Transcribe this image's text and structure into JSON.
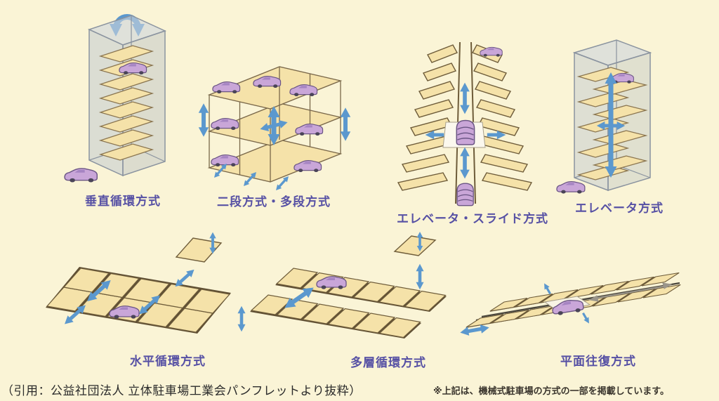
{
  "page": {
    "background_color": "#FAF4D6",
    "label_color": "#5650A4"
  },
  "diagrams": [
    {
      "id": "vertical-circulation",
      "label": "垂直循環方式"
    },
    {
      "id": "two-tier-multi-tier",
      "label": "二段方式・多段方式"
    },
    {
      "id": "elevator-slide",
      "label": "エレベータ・スライド方式"
    },
    {
      "id": "elevator",
      "label": "エレベータ方式"
    },
    {
      "id": "horizontal-circulation",
      "label": "水平循環方式"
    },
    {
      "id": "multi-layer-circulation",
      "label": "多層循環方式"
    },
    {
      "id": "flat-reciprocating",
      "label": "平面往復方式"
    }
  ],
  "footer": {
    "citation": "（引用：公益社団法人 立体駐車場工業会パンフレットより抜粋）",
    "note": "※上記は、機械式駐車場の方式の一部を掲載しています。"
  },
  "colors": {
    "pallet": "#F5E2A9",
    "pallet_edge": "#6E5C3A",
    "gap_dark": "#5E4E33",
    "car_body": "#C9A6D8",
    "car_edge": "#6A5584",
    "arrow_blue": "#5B98CE",
    "tower_glass": "#C7CDD5",
    "tower_edge": "#8A939F"
  }
}
